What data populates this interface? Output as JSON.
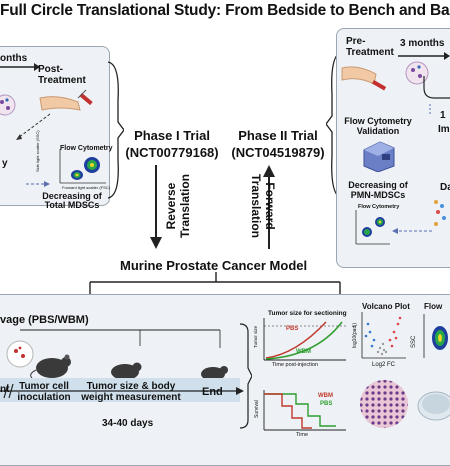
{
  "title": "Full Circle Translational Study: From Bedside to Bench and Back",
  "left_panel": {
    "months_label": "onths",
    "post_treatment": "Post-\nTreatment",
    "y_label": "y",
    "flow_cytometry": "Flow Cytometry",
    "decreasing_total_mdscs": "Decreasing of\nTotal MDSCs",
    "axis_y": "Side light scatter (SSC)",
    "axis_x": "Forward light scatter (FSC)"
  },
  "right_panel": {
    "pre_treatment": "Pre-\nTreatment",
    "months_label": "3 months",
    "flow_cytometry_validation": "Flow Cytometry\nValidation",
    "decreasing_pmn_mdscs": "Decreasing of\nPMN-MDSCs",
    "flow_cytometry_small": "Flow Cytometry",
    "cut_label_1": "1",
    "cut_label_2": "Im",
    "cut_label_3": "Da"
  },
  "phase1": {
    "title": "Phase I Trial",
    "id": "(NCT00779168)"
  },
  "phase2": {
    "title": "Phase II Trial",
    "id": "(NCT04519879)"
  },
  "reverse_translation": "Reverse\nTranslation",
  "forward_translation": "Forward\nTranslation",
  "murine_model": "Murine Prostate Cancer Model",
  "bottom": {
    "gavage": "vage (PBS/WBM)",
    "nt": "nt",
    "tumor_cell": "Tumor cell\ninoculation",
    "tumor_size": "Tumor size & body\nweight measurement",
    "end": "End",
    "days": "34-40 days",
    "tumor_plot_title": "Tumor size for sectioning",
    "tumor_plot_ylabel": "Tumor size",
    "tumor_plot_xlabel": "Time post-injection",
    "pbs": "PBS",
    "wbm": "WBM",
    "survival_ylabel": "Survival",
    "survival_xlabel": "Time",
    "volcano_title": "Volcano Plot",
    "volcano_ylabel": "log10(padj)",
    "volcano_xlabel": "Log2 FC",
    "flow_title": "Flow",
    "ssc": "SSC"
  },
  "colors": {
    "pbs": "#c0392b",
    "wbm": "#2e9e2e",
    "banner": "#cfe0ec",
    "panel": "#eef2f6",
    "arrow": "#222222"
  }
}
